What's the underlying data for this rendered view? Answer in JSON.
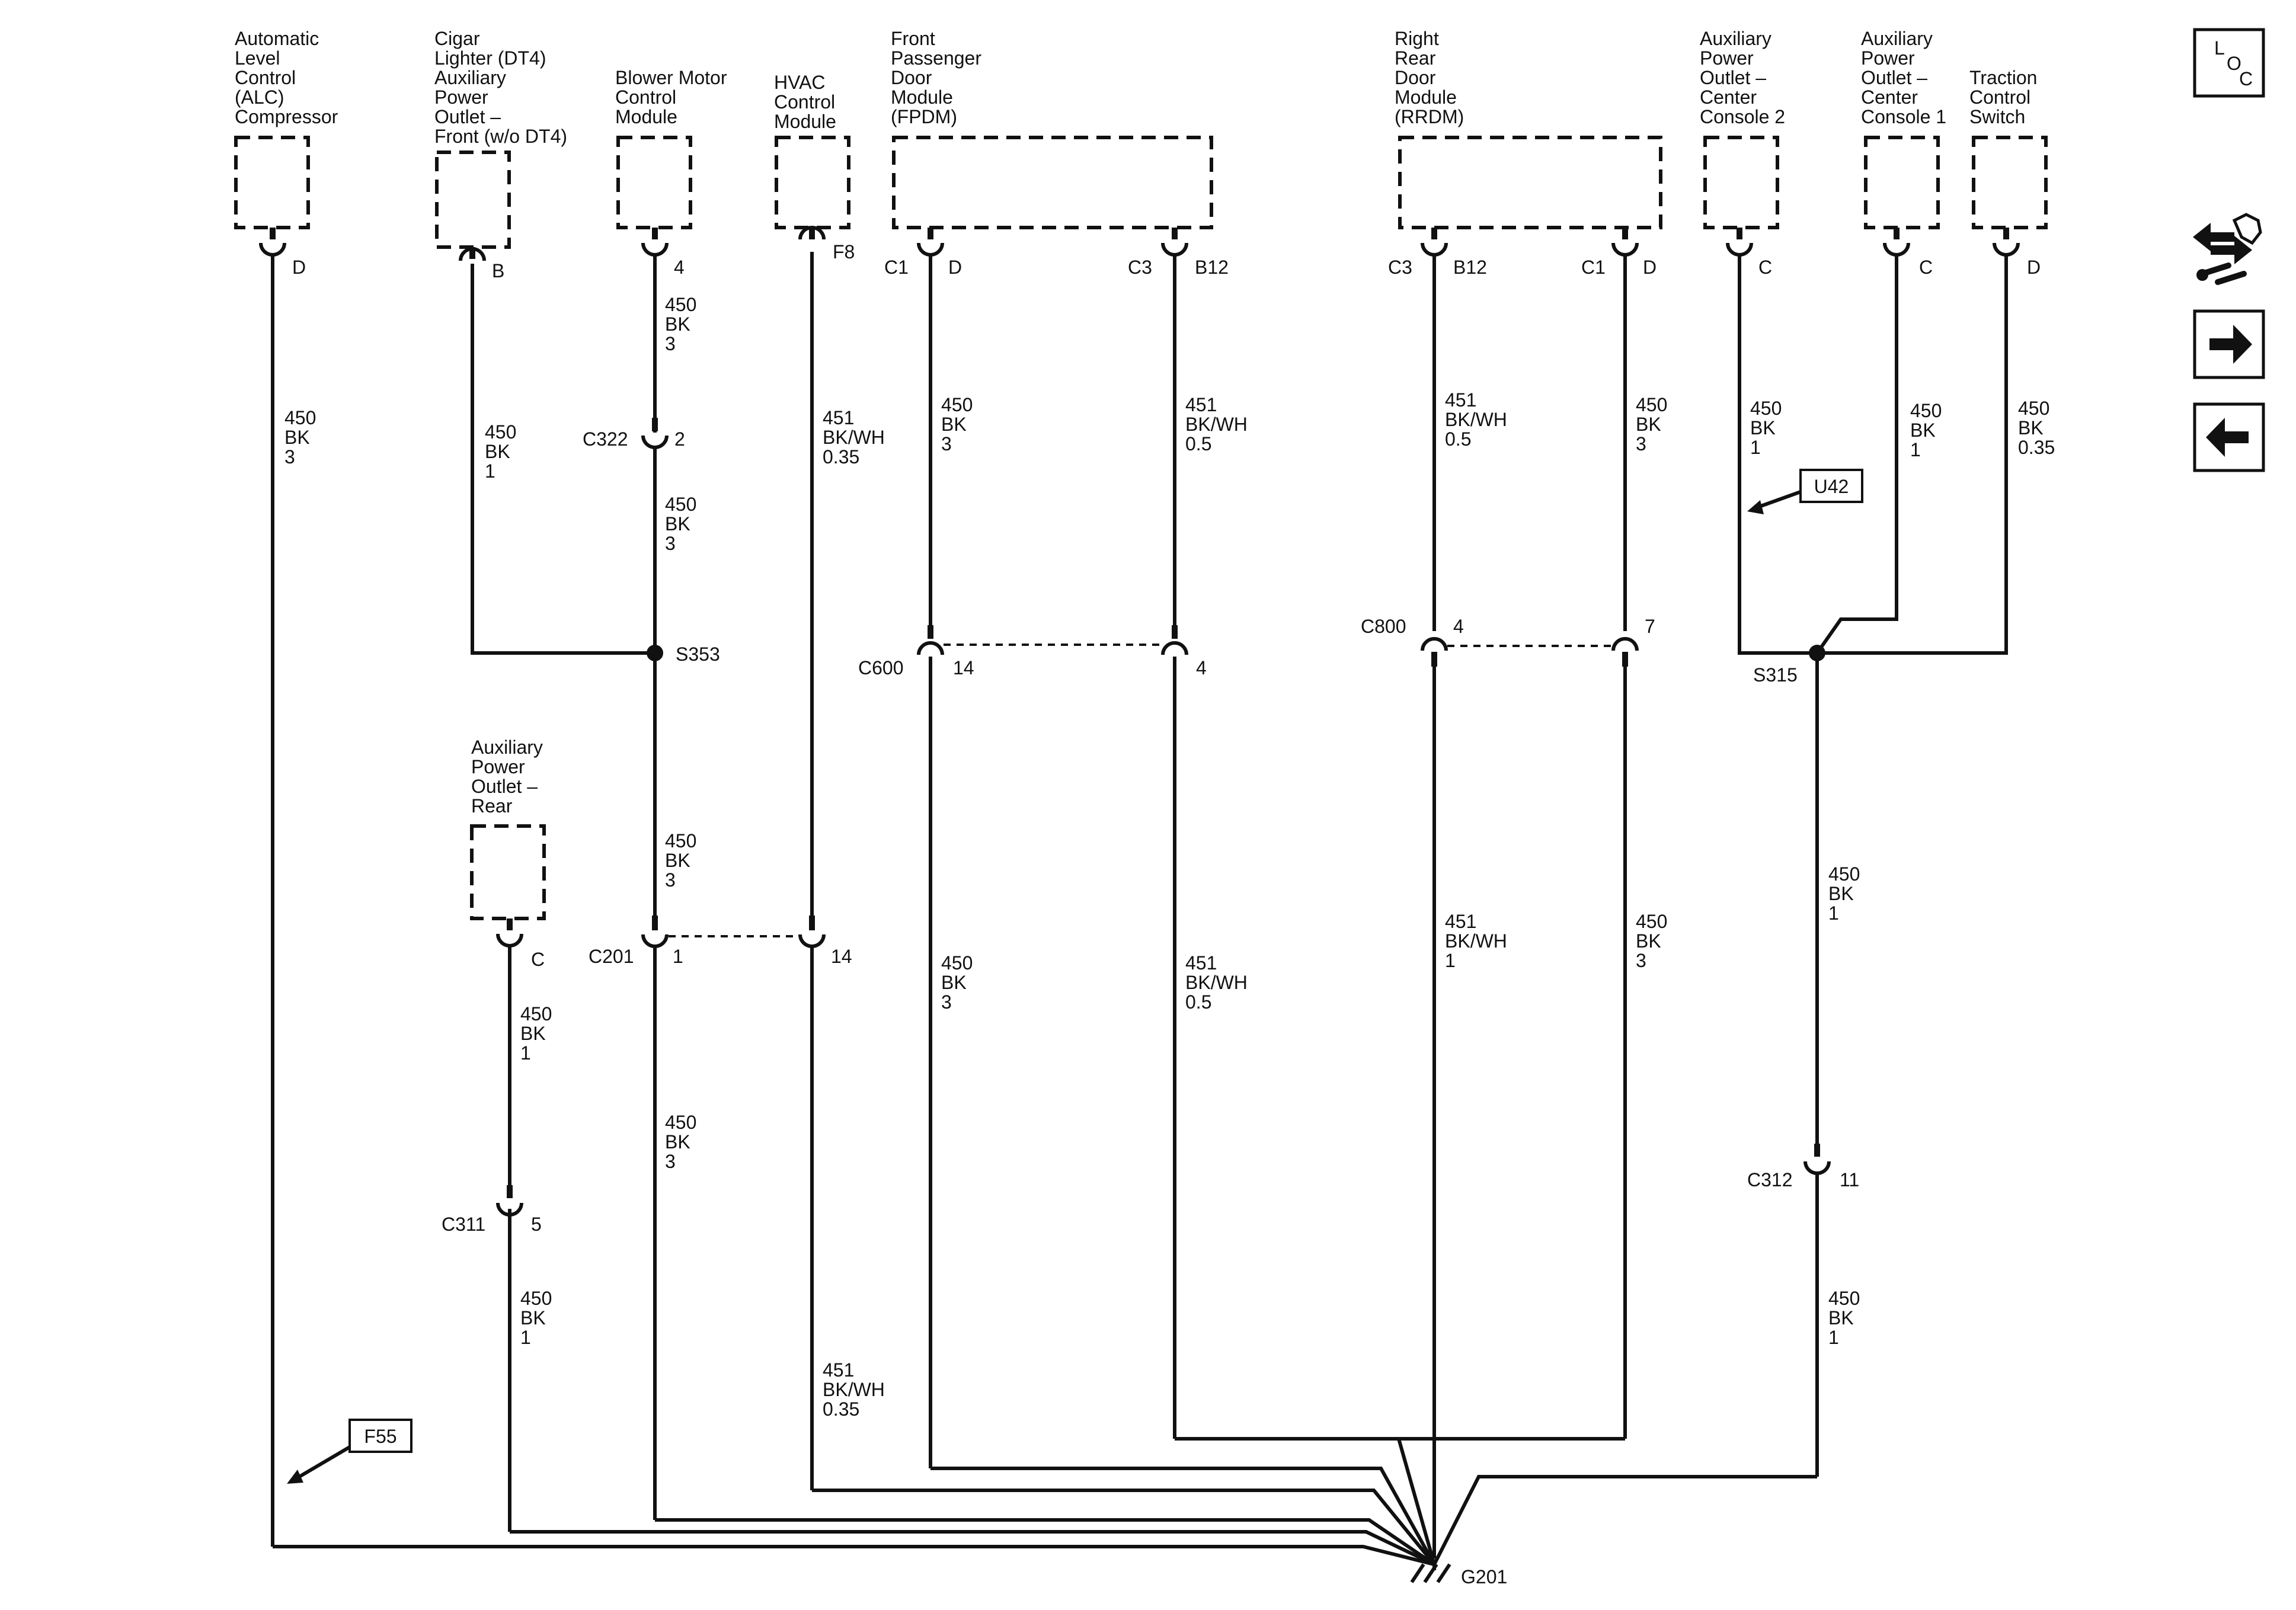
{
  "components": [
    {
      "id": "alc",
      "lines": [
        "Automatic",
        "Level",
        "Control",
        "(ALC)",
        "Compressor"
      ],
      "pin": "D"
    },
    {
      "id": "cigar",
      "lines": [
        "Cigar",
        "Lighter (DT4)",
        "Auxiliary",
        "Power",
        "Outlet –",
        "Front (w/o DT4)"
      ],
      "pin": "B"
    },
    {
      "id": "blower",
      "lines": [
        "Blower Motor",
        "Control",
        "Module"
      ],
      "pin": "4"
    },
    {
      "id": "hvac",
      "lines": [
        "HVAC",
        "Control",
        "Module"
      ],
      "pin": "F8"
    },
    {
      "id": "fpdm",
      "lines": [
        "Front",
        "Passenger",
        "Door",
        "Module",
        "(FPDM)"
      ],
      "pins": [
        [
          "C1",
          "D"
        ],
        [
          "C3",
          "B12"
        ]
      ]
    },
    {
      "id": "rrdm",
      "lines": [
        "Right",
        "Rear",
        "Door",
        "Module",
        "(RRDM)"
      ],
      "pins": [
        [
          "C3",
          "B12"
        ],
        [
          "C1",
          "D"
        ]
      ]
    },
    {
      "id": "apo-c2",
      "lines": [
        "Auxiliary",
        "Power",
        "Outlet –",
        "Center",
        "Console 2"
      ],
      "pin": "C"
    },
    {
      "id": "apo-c1",
      "lines": [
        "Auxiliary",
        "Power",
        "Outlet –",
        "Center",
        "Console 1"
      ],
      "pin": "C"
    },
    {
      "id": "traction",
      "lines": [
        "Traction",
        "Control",
        "Switch"
      ],
      "pin": "D"
    },
    {
      "id": "apo-rear",
      "lines": [
        "Auxiliary",
        "Power",
        "Outlet –",
        "Rear"
      ],
      "pin": "C"
    }
  ],
  "wires": [
    {
      "id": "w-alc",
      "lines": [
        "450",
        "BK",
        "3"
      ]
    },
    {
      "id": "w-cigar",
      "lines": [
        "450",
        "BK",
        "1"
      ]
    },
    {
      "id": "w-blower-1",
      "lines": [
        "450",
        "BK",
        "3"
      ]
    },
    {
      "id": "w-blower-2",
      "lines": [
        "450",
        "BK",
        "3"
      ]
    },
    {
      "id": "w-blower-3",
      "lines": [
        "450",
        "BK",
        "3"
      ]
    },
    {
      "id": "w-blower-4",
      "lines": [
        "450",
        "BK",
        "3"
      ]
    },
    {
      "id": "w-hvac-1",
      "lines": [
        "451",
        "BK/WH",
        "0.35"
      ]
    },
    {
      "id": "w-hvac-2",
      "lines": [
        "451",
        "BK/WH",
        "0.35"
      ]
    },
    {
      "id": "w-fpdm-d-1",
      "lines": [
        "450",
        "BK",
        "3"
      ]
    },
    {
      "id": "w-fpdm-d-2",
      "lines": [
        "450",
        "BK",
        "3"
      ]
    },
    {
      "id": "w-fpdm-b12-1",
      "lines": [
        "451",
        "BK/WH",
        "0.5"
      ]
    },
    {
      "id": "w-fpdm-b12-2",
      "lines": [
        "451",
        "BK/WH",
        "0.5"
      ]
    },
    {
      "id": "w-rrdm-b12-1",
      "lines": [
        "451",
        "BK/WH",
        "0.5"
      ]
    },
    {
      "id": "w-rrdm-b12-2",
      "lines": [
        "451",
        "BK/WH",
        "1"
      ]
    },
    {
      "id": "w-rrdm-d-1",
      "lines": [
        "450",
        "BK",
        "3"
      ]
    },
    {
      "id": "w-rrdm-d-2",
      "lines": [
        "450",
        "BK",
        "3"
      ]
    },
    {
      "id": "w-apo-c2",
      "lines": [
        "450",
        "BK",
        "1"
      ]
    },
    {
      "id": "w-apo-c1",
      "lines": [
        "450",
        "BK",
        "1"
      ]
    },
    {
      "id": "w-traction",
      "lines": [
        "450",
        "BK",
        "0.35"
      ]
    },
    {
      "id": "w-s315-1",
      "lines": [
        "450",
        "BK",
        "1"
      ]
    },
    {
      "id": "w-s315-2",
      "lines": [
        "450",
        "BK",
        "1"
      ]
    },
    {
      "id": "w-rear-1",
      "lines": [
        "450",
        "BK",
        "1"
      ]
    },
    {
      "id": "w-rear-2",
      "lines": [
        "450",
        "BK",
        "1"
      ]
    }
  ],
  "connectors": [
    {
      "id": "c322",
      "name": "C322",
      "pin": "2"
    },
    {
      "id": "c201",
      "name": "C201",
      "pins": [
        "1",
        "14"
      ]
    },
    {
      "id": "c600",
      "name": "C600",
      "pins": [
        "14",
        "4"
      ]
    },
    {
      "id": "c800",
      "name": "C800",
      "pins": [
        "4",
        "7"
      ]
    },
    {
      "id": "c311",
      "name": "C311",
      "pin": "5"
    },
    {
      "id": "c312",
      "name": "C312",
      "pin": "11"
    }
  ],
  "splices": [
    {
      "id": "s353",
      "name": "S353"
    },
    {
      "id": "s315",
      "name": "S315"
    }
  ],
  "ground": {
    "name": "G201"
  },
  "refs": [
    {
      "id": "u42",
      "label": "U42"
    },
    {
      "id": "f55",
      "label": "F55"
    }
  ],
  "nav": {
    "loc_label": [
      "L",
      "O",
      "C"
    ],
    "icons": [
      "loc-icon",
      "component-swap-icon",
      "forward-arrow-icon",
      "back-arrow-icon"
    ]
  }
}
